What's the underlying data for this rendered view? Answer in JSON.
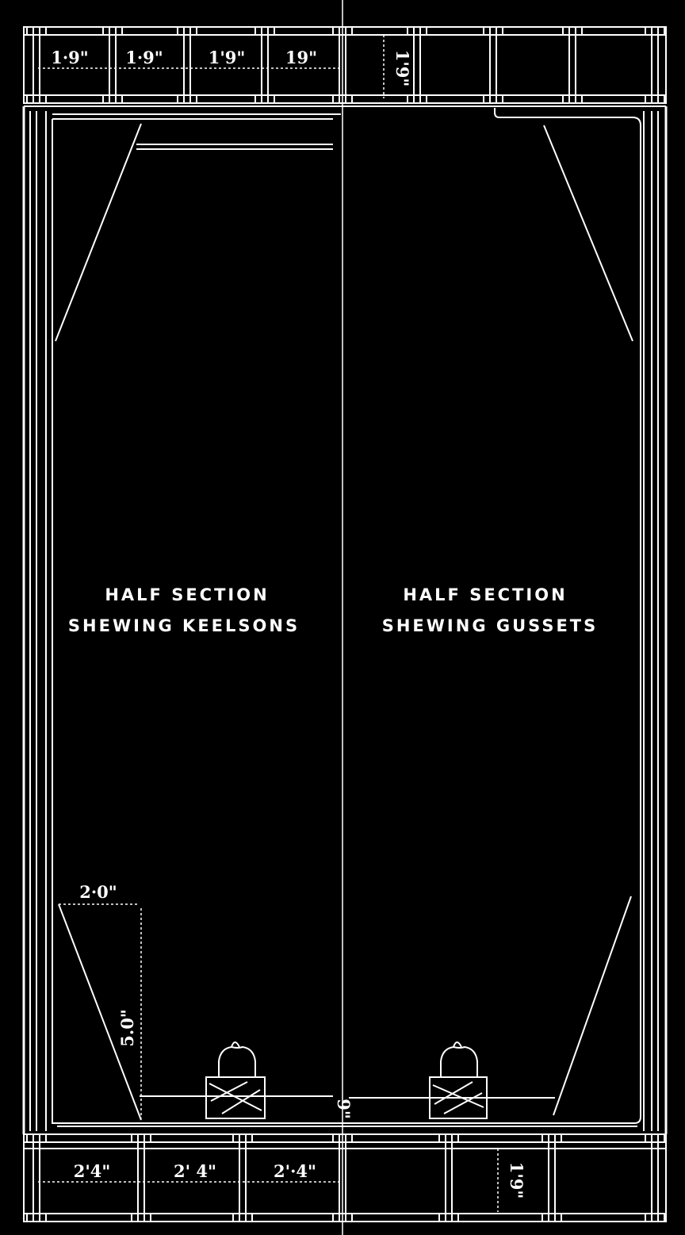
{
  "colors": {
    "background": "#000000",
    "ink": "#ffffff"
  },
  "labels": {
    "left_line1": "HALF SECTION",
    "left_line2": "SHEWING KEELSONS",
    "right_line1": "HALF SECTION",
    "right_line2": "SHEWING GUSSETS"
  },
  "dimensions": {
    "top_cells": [
      "1·9\"",
      "1·9\"",
      "1'9\"",
      "19\""
    ],
    "top_depth": "1'9\"",
    "bottom_cells": [
      "2'4\"",
      "2' 4\"",
      "2'·4\""
    ],
    "bottom_depth": "1'9\"",
    "keelson_width": "2·0\"",
    "keelson_height": "5.0\"",
    "centre_offset": "9\""
  }
}
